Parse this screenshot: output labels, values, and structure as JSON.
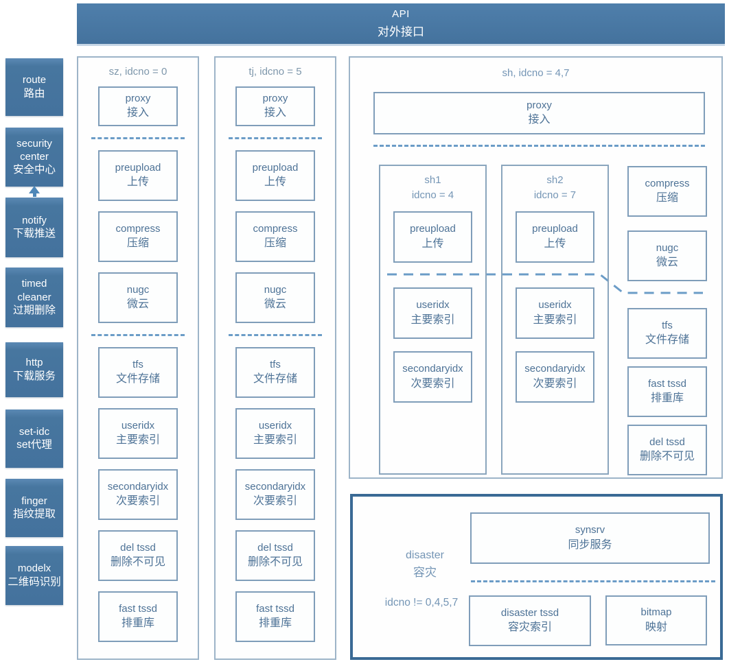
{
  "header": {
    "line1": "API",
    "line2": "对外接口"
  },
  "sidebar": [
    {
      "en": "route",
      "zh": "路由"
    },
    {
      "en": "security center",
      "zh": "安全中心"
    },
    {
      "en": "notify",
      "zh": "下载推送"
    },
    {
      "en": "timed cleaner",
      "zh": "过期删除"
    },
    {
      "en": "http",
      "zh": "下载服务"
    },
    {
      "en": "set-idc",
      "zh": "set代理"
    },
    {
      "en": "finger",
      "zh": "指纹提取"
    },
    {
      "en": "modelx",
      "zh": "二维码识别"
    }
  ],
  "columns": [
    {
      "label": "sz, idcno = 0",
      "groups": [
        [
          {
            "en": "proxy",
            "zh": "接入"
          }
        ],
        [
          {
            "en": "preupload",
            "zh": "上传"
          },
          {
            "en": "compress",
            "zh": "压缩"
          },
          {
            "en": "nugc",
            "zh": "微云"
          }
        ],
        [
          {
            "en": "tfs",
            "zh": "文件存储"
          },
          {
            "en": "useridx",
            "zh": "主要索引"
          },
          {
            "en": "secondaryidx",
            "zh": "次要索引"
          },
          {
            "en": "del tssd",
            "zh": "删除不可见"
          },
          {
            "en": "fast tssd",
            "zh": "排重库"
          }
        ]
      ]
    },
    {
      "label": "tj, idcno = 5",
      "groups": [
        [
          {
            "en": "proxy",
            "zh": "接入"
          }
        ],
        [
          {
            "en": "preupload",
            "zh": "上传"
          },
          {
            "en": "compress",
            "zh": "压缩"
          },
          {
            "en": "nugc",
            "zh": "微云"
          }
        ],
        [
          {
            "en": "tfs",
            "zh": "文件存储"
          },
          {
            "en": "useridx",
            "zh": "主要索引"
          },
          {
            "en": "secondaryidx",
            "zh": "次要索引"
          },
          {
            "en": "del tssd",
            "zh": "删除不可见"
          },
          {
            "en": "fast tssd",
            "zh": "排重库"
          }
        ]
      ]
    }
  ],
  "sh": {
    "label": "sh, idcno = 4,7",
    "proxy": {
      "en": "proxy",
      "zh": "接入"
    },
    "subclusters": [
      {
        "label1": "sh1",
        "label2": "idcno = 4",
        "boxes": [
          {
            "en": "preupload",
            "zh": "上传"
          },
          {
            "en": "useridx",
            "zh": "主要索引"
          },
          {
            "en": "secondaryidx",
            "zh": "次要索引"
          }
        ]
      },
      {
        "label1": "sh2",
        "label2": "idcno = 7",
        "boxes": [
          {
            "en": "preupload",
            "zh": "上传"
          },
          {
            "en": "useridx",
            "zh": "主要索引"
          },
          {
            "en": "secondaryidx",
            "zh": "次要索引"
          }
        ]
      }
    ],
    "shared": [
      {
        "en": "compress",
        "zh": "压缩"
      },
      {
        "en": "nugc",
        "zh": "微云"
      },
      {
        "en": "tfs",
        "zh": "文件存储"
      },
      {
        "en": "fast tssd",
        "zh": "排重库"
      },
      {
        "en": "del tssd",
        "zh": "删除不可见"
      }
    ]
  },
  "disaster": {
    "label_en": "disaster",
    "label_zh": "容灾",
    "condition": "idcno != 0,4,5,7",
    "synsrv": {
      "en": "synsrv",
      "zh": "同步服务"
    },
    "tssd": {
      "en": "disaster tssd",
      "zh": "容灾索引"
    },
    "bitmap": {
      "en": "bitmap",
      "zh": "映射"
    }
  },
  "colors": {
    "fill_blue": "#44729d",
    "border_light": "#7f9db9",
    "border_dark": "#3a6a95",
    "dash_blue": "#6b9cc7",
    "text_blue": "#4d7296",
    "muted_label": "#7e97ab"
  }
}
